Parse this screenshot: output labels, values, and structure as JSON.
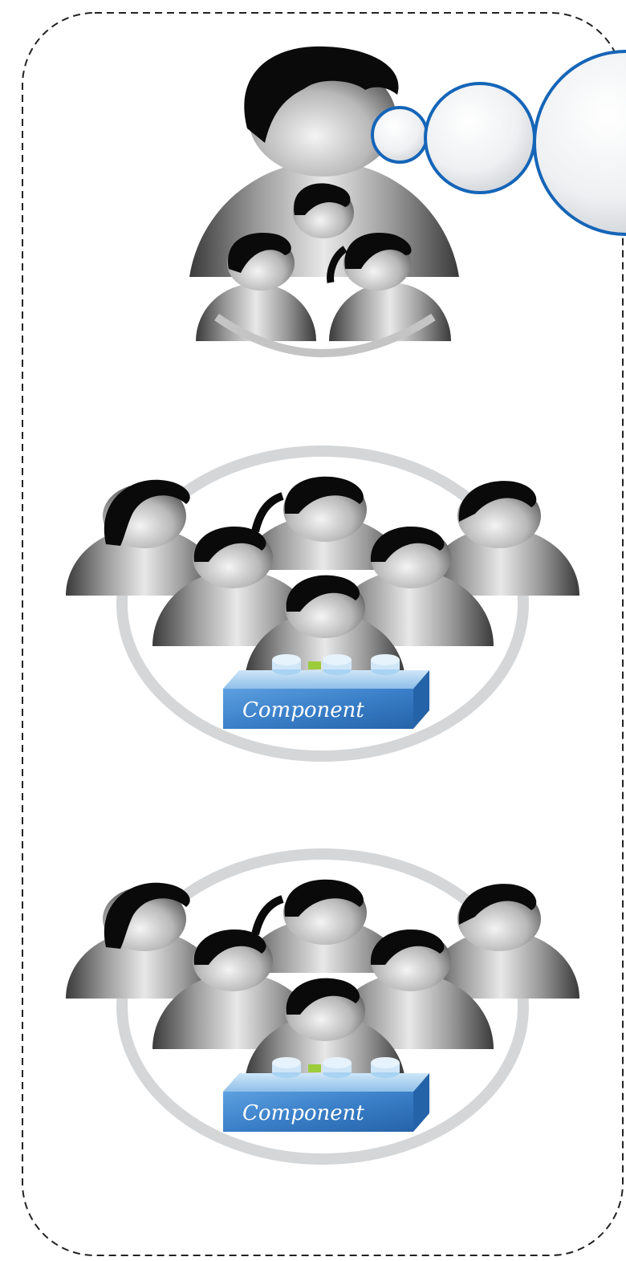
{
  "diagram": {
    "groups": [
      {
        "id": "team-1",
        "component_label": "Component"
      },
      {
        "id": "team-2",
        "component_label": "Component"
      }
    ],
    "colors": {
      "border": "#222222",
      "bubble_stroke": "#1565b8",
      "component_blue": "#3a7fc8",
      "stud_blue": "#a9d3f2",
      "stud_green": "#9ccc3c",
      "ring_gray": "#d4d6d8",
      "hair": "#0a0a0a"
    }
  }
}
